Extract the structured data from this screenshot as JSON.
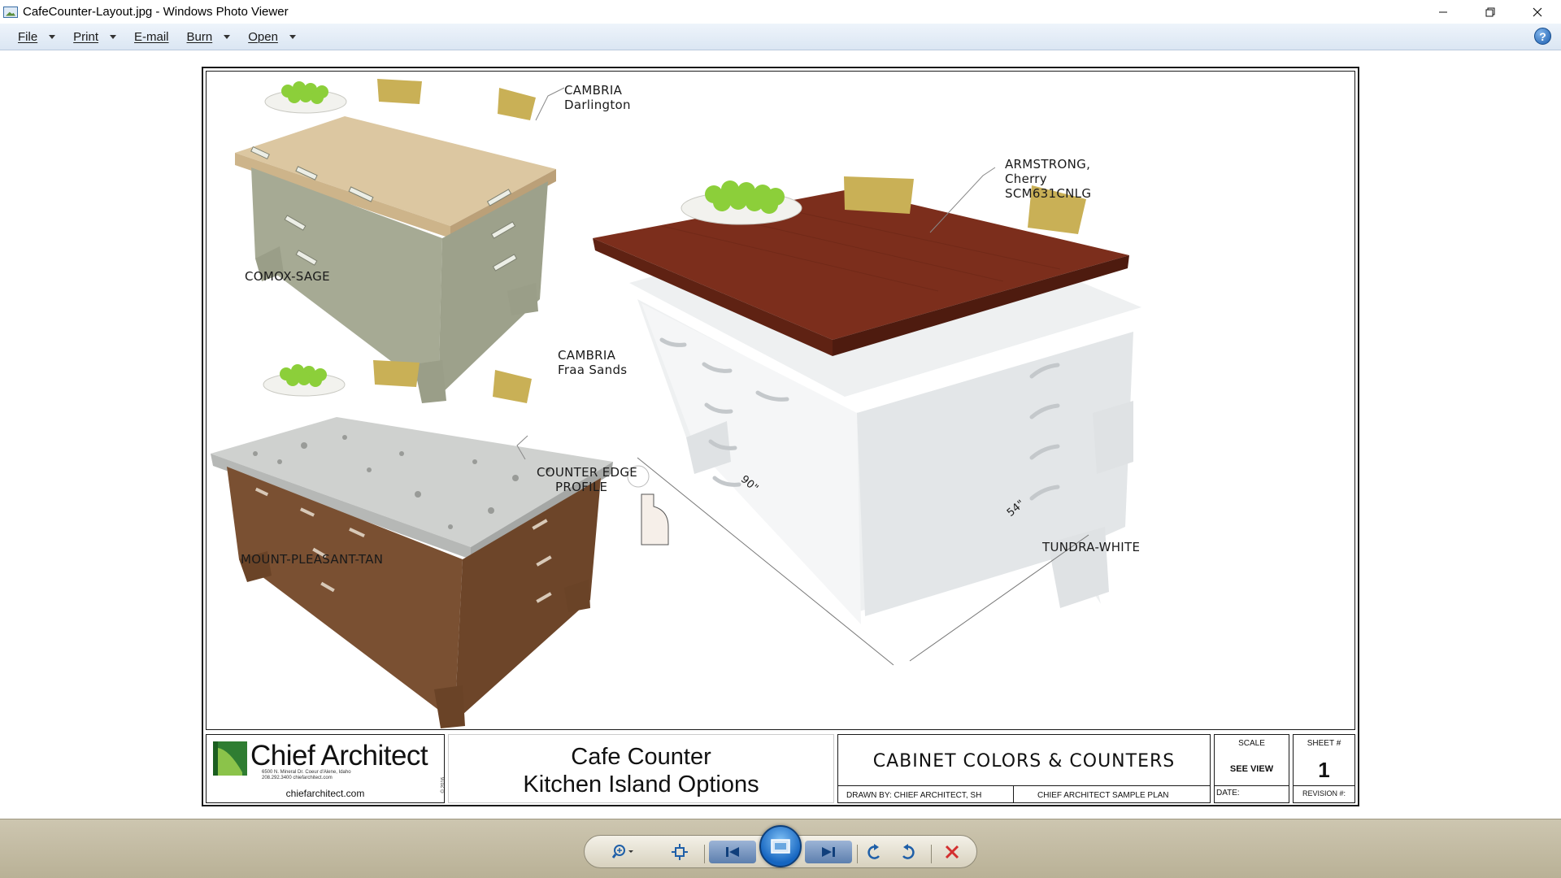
{
  "window": {
    "title": "CafeCounter-Layout.jpg - Windows Photo Viewer",
    "minimize_icon": "minimize-icon",
    "maximize_icon": "restore-icon",
    "close_icon": "close-icon"
  },
  "menu": {
    "items": [
      {
        "label": "File",
        "has_dropdown": true
      },
      {
        "label": "Print",
        "has_dropdown": true
      },
      {
        "label": "E-mail",
        "has_dropdown": false
      },
      {
        "label": "Burn",
        "has_dropdown": true
      },
      {
        "label": "Open",
        "has_dropdown": true
      }
    ],
    "help_label": "?"
  },
  "drawing": {
    "labels": {
      "cambria_darlington_1": "CAMBRIA",
      "cambria_darlington_2": "Darlington",
      "comox_sage": "COMOX-SAGE",
      "cambria_fraa_1": "CAMBRIA",
      "cambria_fraa_2": "Fraa Sands",
      "edge_profile_1": "COUNTER EDGE",
      "edge_profile_2": "PROFILE",
      "mount_pleasant": "MOUNT-PLEASANT-TAN",
      "armstrong_1": "ARMSTRONG,",
      "armstrong_2": "Cherry",
      "armstrong_3": "SCM631CNLG",
      "tundra_white": "TUNDRA-WHITE",
      "dim_length": "90\"",
      "dim_width": "54\""
    }
  },
  "title_block": {
    "company": "Chief Architect",
    "address_1": "6500 N. Mineral Dr. Coeur d'Alene, Idaho",
    "address_2": "208.292.3400          chiefarchitect.com",
    "copyright": "© 2016",
    "website": "chiefarchitect.com",
    "project_line_1": "Cafe Counter",
    "project_line_2": "Kitchen Island Options",
    "sheet_title": "CABINET COLORS & COUNTERS",
    "drawn_by": "DRAWN BY: CHIEF ARCHITECT, SH",
    "plan_name": "CHIEF ARCHITECT SAMPLE PLAN",
    "scale_label": "SCALE",
    "scale_value": "SEE VIEW",
    "date_label": "DATE:",
    "sheet_label": "SHEET #",
    "sheet_number": "1",
    "revision_label": "REVISION #:"
  },
  "toolbar": {
    "zoom": "zoom-icon",
    "fit": "actual-size-icon",
    "previous": "previous-icon",
    "slideshow": "slideshow-icon",
    "next": "next-icon",
    "rotate_ccw": "rotate-counterclockwise-icon",
    "rotate_cw": "rotate-clockwise-icon",
    "delete": "delete-icon"
  },
  "colors": {
    "menubar": "#dbe6f3",
    "navbar": "#c3bca3",
    "sage": "#a6aa94",
    "tan": "#7a5032",
    "white_cabinet": "#eef0f1",
    "cherry_top": "#7c2e1c",
    "quartz_beige": "#dcc7a1",
    "granite": "#cfd1cf",
    "stool": "#c9b056",
    "apple": "#8ccf3a"
  }
}
